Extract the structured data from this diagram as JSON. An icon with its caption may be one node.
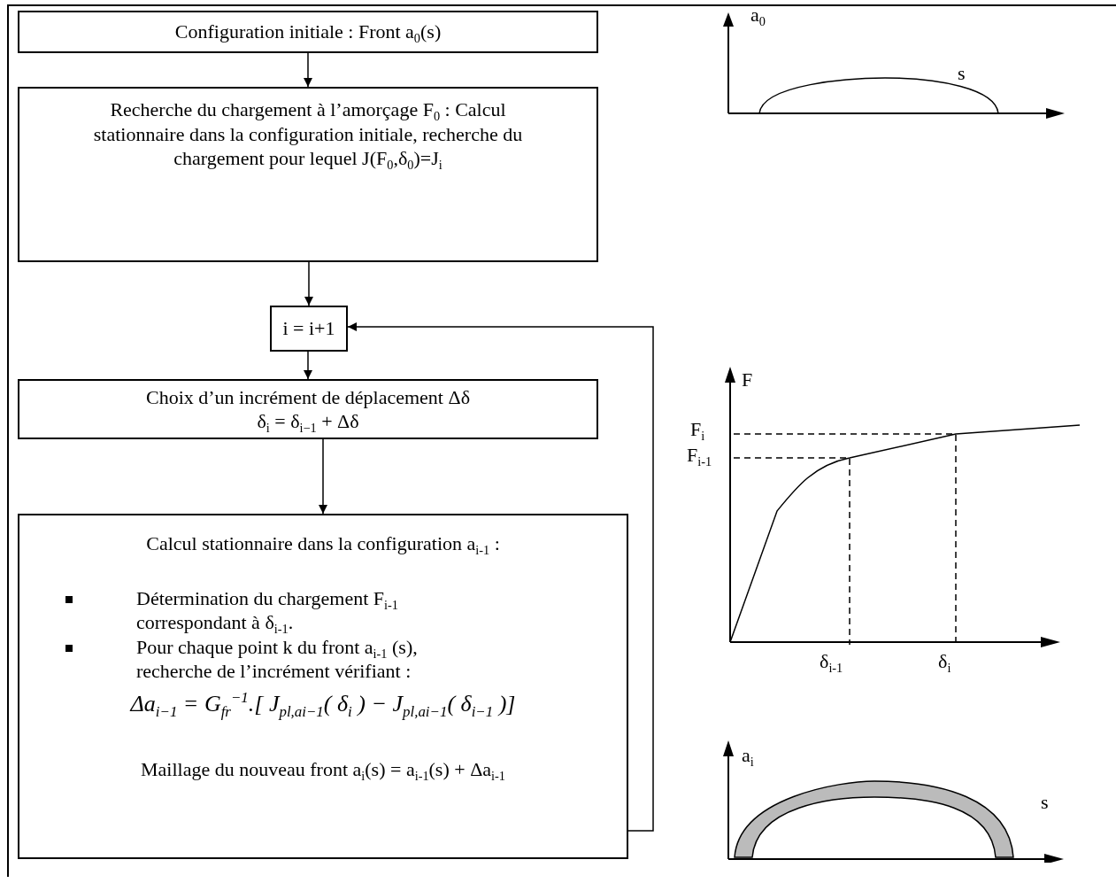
{
  "diagram": {
    "nodes": [
      {
        "text": [
          "Configuration initiale : Front a$_{0}$(s)"
        ]
      },
      {
        "text": [
          "Recherche du chargement à l’amorçage F$_{0}$ : Calcul stationnaire dans la configuration initiale, recherche du chargement pour lequel J(F$_{0}$,δ$_{0}$)=J$_{i}$"
        ]
      },
      {
        "text": [
          "i = i+1"
        ]
      },
      {
        "text": [
          "Choix d’un incrément de déplacement Δδ",
          "δ$_{i}$ = δ$_{i−1}$ + Δδ"
        ]
      },
      {
        "text": [
          "Calcul stationnaire dans la configuration a$_{i-1}$ :",
          "Détermination du chargement F$_{i-1}$ correspondant à δ$_{i-1}$.",
          "Pour chaque point k du front a$_{i-1}$ (s), recherche de l’incrément vérifiant :",
          "Δa$_{i−1}$ = G$_{fr}$$^{−1}$.[ J$_{pl,a}$$_{i−1}$( δ$_{i}$ ) − J$_{pl,a}$$_{i−1}$( δ$_{i−1}$ )]",
          "Maillage du nouveau front a$_{i}$(s) = a$_{i-1}$(s) + Δa$_{i-1}$"
        ]
      }
    ],
    "edges": [
      {
        "from": 0,
        "to": 1,
        "arrow": "to"
      },
      {
        "from": 1,
        "to": 2,
        "arrow": "to"
      },
      {
        "from": 2,
        "to": 3,
        "arrow": "to"
      },
      {
        "from": 3,
        "to": 4,
        "arrow": "to"
      },
      {
        "from": 4,
        "to": 2,
        "arrow": "to"
      }
    ],
    "labels": [
      "a$_{0}$",
      "s",
      "F",
      "F$_{i}$",
      "F$_{i-1}$",
      "δ$_{i-1}$",
      "δ$_{i}$",
      "a$_{i}$",
      "s"
    ]
  }
}
